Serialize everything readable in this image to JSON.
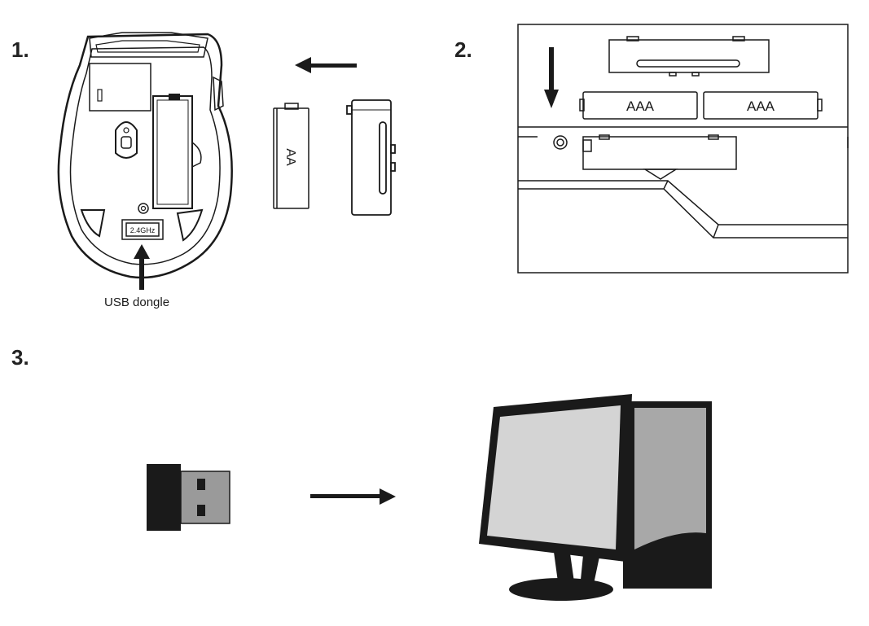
{
  "steps": {
    "step1": "1.",
    "step2": "2.",
    "step3": "3."
  },
  "mouse": {
    "dongle_slot_label": "2.4GHz",
    "usb_dongle_label": "USB dongle"
  },
  "batteries": {
    "aa_label": "AA",
    "aaa_left_label": "AAA",
    "aaa_right_label": "AAA"
  },
  "colors": {
    "ink": "#1a1a1a",
    "screen_gray": "#d4d4d4",
    "tower_gray": "#a8a8a8",
    "dongle_gray": "#9a9a9a"
  }
}
